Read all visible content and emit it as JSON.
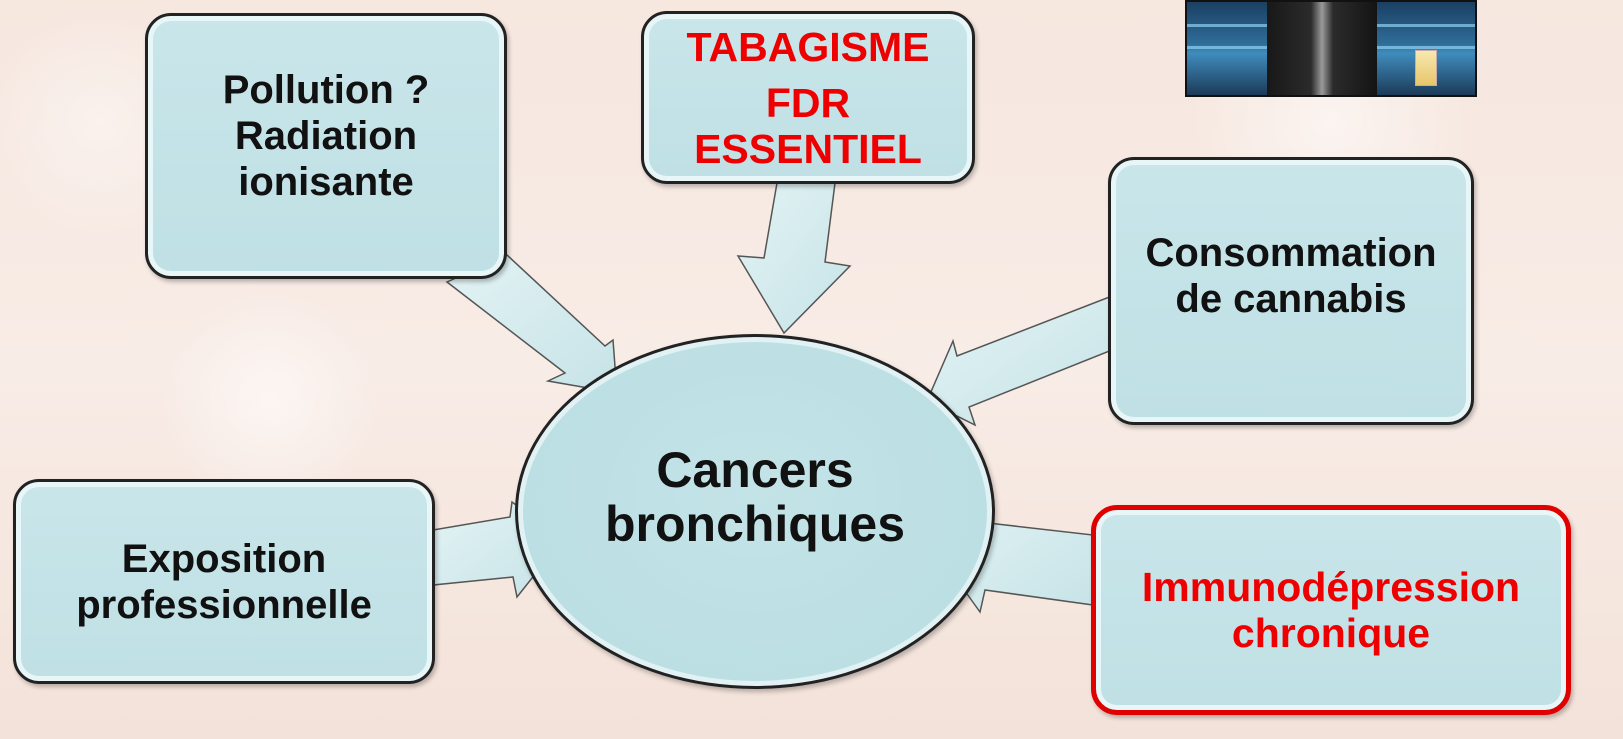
{
  "center": {
    "lines": [
      "Cancers",
      "bronchiques"
    ]
  },
  "boxes": {
    "pollution": {
      "lines": [
        "Pollution ?",
        "Radiation",
        "ionisante"
      ]
    },
    "tabagisme": {
      "lines": [
        "TABAGISME",
        "FDR",
        "ESSENTIEL"
      ]
    },
    "cannabis": {
      "lines": [
        "Consommation",
        "de cannabis"
      ]
    },
    "exposition": {
      "lines": [
        "Exposition",
        "professionnelle"
      ]
    },
    "immuno": {
      "lines": [
        "Immunodépression",
        "chronique"
      ]
    }
  },
  "colors": {
    "box_fill": "#c4e3e8",
    "arrow_fill": "#d6ecee",
    "highlight_text": "#ee0000",
    "highlight_border": "#e00000",
    "background": "#f6e7df"
  },
  "photo": {
    "icon": "person-at-bar-photo"
  }
}
